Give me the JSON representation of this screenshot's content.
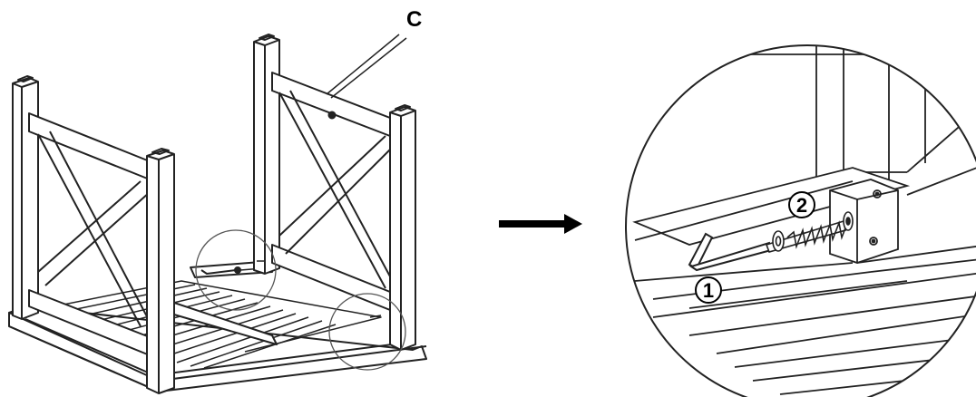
{
  "figure": {
    "part_label": "C",
    "steps": [
      "1",
      "2"
    ]
  },
  "colors": {
    "line": "#222222",
    "background": "#ffffff"
  }
}
